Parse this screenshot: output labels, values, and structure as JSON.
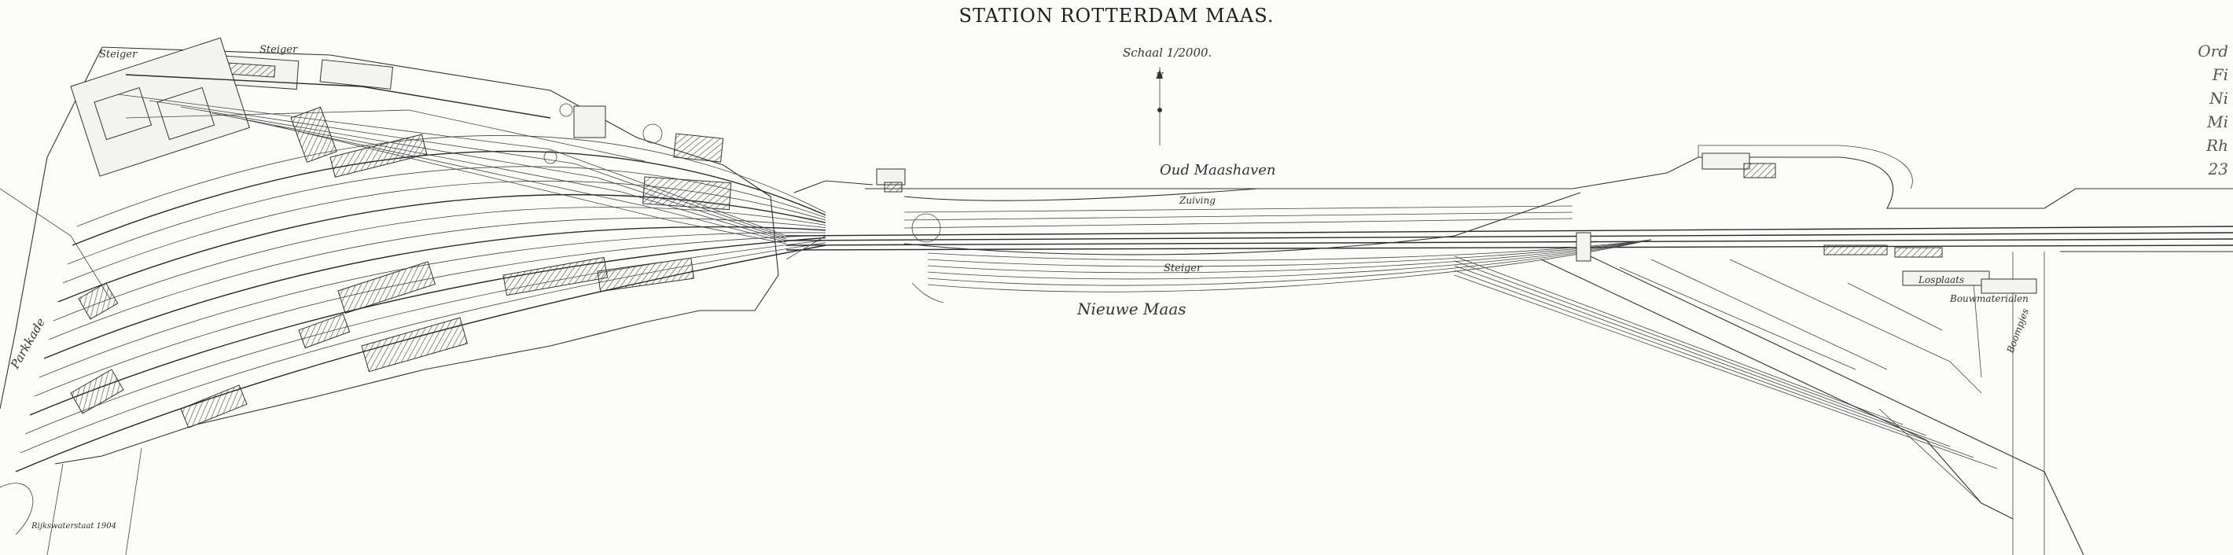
{
  "title": "STATION ROTTERDAM MAAS.",
  "scale": "Schaal 1/2000.",
  "north_arrow": "N",
  "water": "Nieuwe Maas",
  "labels": {
    "oud_maashaven": "Oud  Maashaven",
    "zuiving": "Zuiving",
    "stieger_top_left": "Steiger",
    "stieger_top": "Steiger",
    "stieger_mid": "Steiger",
    "kolenlosplaats": "Losplaats",
    "bouwmaterialen": "Bouwmaterialen",
    "bocht": "Boompjes",
    "straat_left": "Parkkade"
  },
  "margin_notes": [
    "Ord",
    "Fi",
    "Ni",
    "Mi",
    "Rh",
    "23"
  ],
  "corner_note": "Rijkswaterstaat 1904",
  "colors": {
    "ink": "#222222",
    "paper": "#fbfbf9"
  }
}
